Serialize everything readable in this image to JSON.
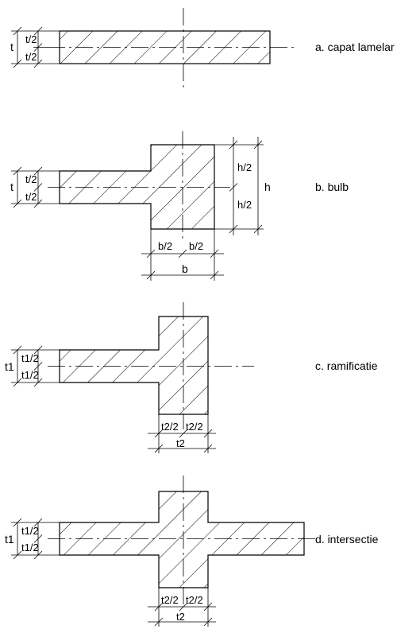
{
  "panels": {
    "a": {
      "caption": "a. capat lamelar",
      "dims": {
        "total": "t",
        "top_half": "t/2",
        "bottom_half": "t/2"
      }
    },
    "b": {
      "caption": "b. bulb",
      "dims": {
        "total": "t",
        "top_half": "t/2",
        "bottom_half": "t/2",
        "height_top_half": "h/2",
        "height_bottom_half": "h/2",
        "height_total": "h",
        "width_left_half": "b/2",
        "width_right_half": "b/2",
        "width_total": "b"
      }
    },
    "c": {
      "caption": "c. ramificatie",
      "dims": {
        "total": "t1",
        "top_half": "t1/2",
        "bottom_half": "t1/2",
        "width_left_half": "t2/2",
        "width_right_half": "t2/2",
        "width_total": "t2"
      }
    },
    "d": {
      "caption": "d. intersectie",
      "dims": {
        "total": "t1",
        "top_half": "t1/2",
        "bottom_half": "t1/2",
        "width_left_half": "t2/2",
        "width_right_half": "t2/2",
        "width_total": "t2"
      }
    }
  }
}
